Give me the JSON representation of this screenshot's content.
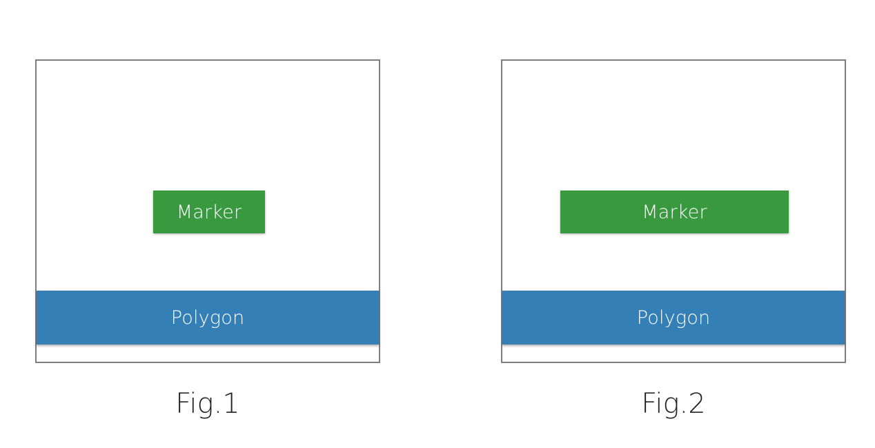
{
  "figures": [
    {
      "marker_label": "Marker",
      "polygon_label": "Polygon",
      "caption": "Fig.1"
    },
    {
      "marker_label": "Marker",
      "polygon_label": "Polygon",
      "caption": "Fig.2"
    }
  ],
  "colors": {
    "marker": "#38993f",
    "polygon": "#337fb6",
    "frame_border": "#7d7d7d"
  }
}
